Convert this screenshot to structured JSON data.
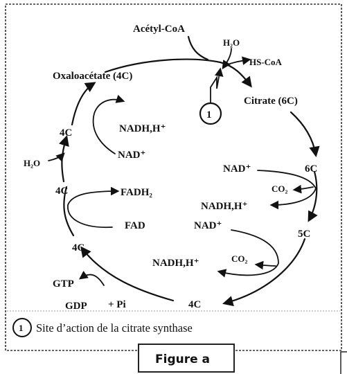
{
  "labels": {
    "acetyl_coa": "Acétyl-CoA",
    "h2o_top": "H₂O",
    "hs_coa": "HS-CoA",
    "oxaloacetate": "Oxaloacétate (4C)",
    "citrate": "Citrate (6C)",
    "site_marker": "1",
    "nadh_1": "NADH,H⁺",
    "nad_1": "NAD⁺",
    "c4_a": "4C",
    "h2o_left": "H₂O",
    "c4_b": "4C",
    "fadh2": "FADH₂",
    "fad": "FAD",
    "c4_c": "4C",
    "gtp": "GTP",
    "gdp": "GDP",
    "pi": "+ Pi",
    "c4_bottom": "4C",
    "nad_2": "NAD⁺",
    "c6": "6C",
    "co2_1": "CO₂",
    "nadh_2": "NADH,H⁺",
    "nad_3": "NAD⁺",
    "c5": "5C",
    "co2_2": "CO₂",
    "nadh_3": "NADH,H⁺"
  },
  "legend": {
    "marker": "1",
    "text": "Site d’action de la citrate synthase"
  },
  "figure_title": "Figure a"
}
